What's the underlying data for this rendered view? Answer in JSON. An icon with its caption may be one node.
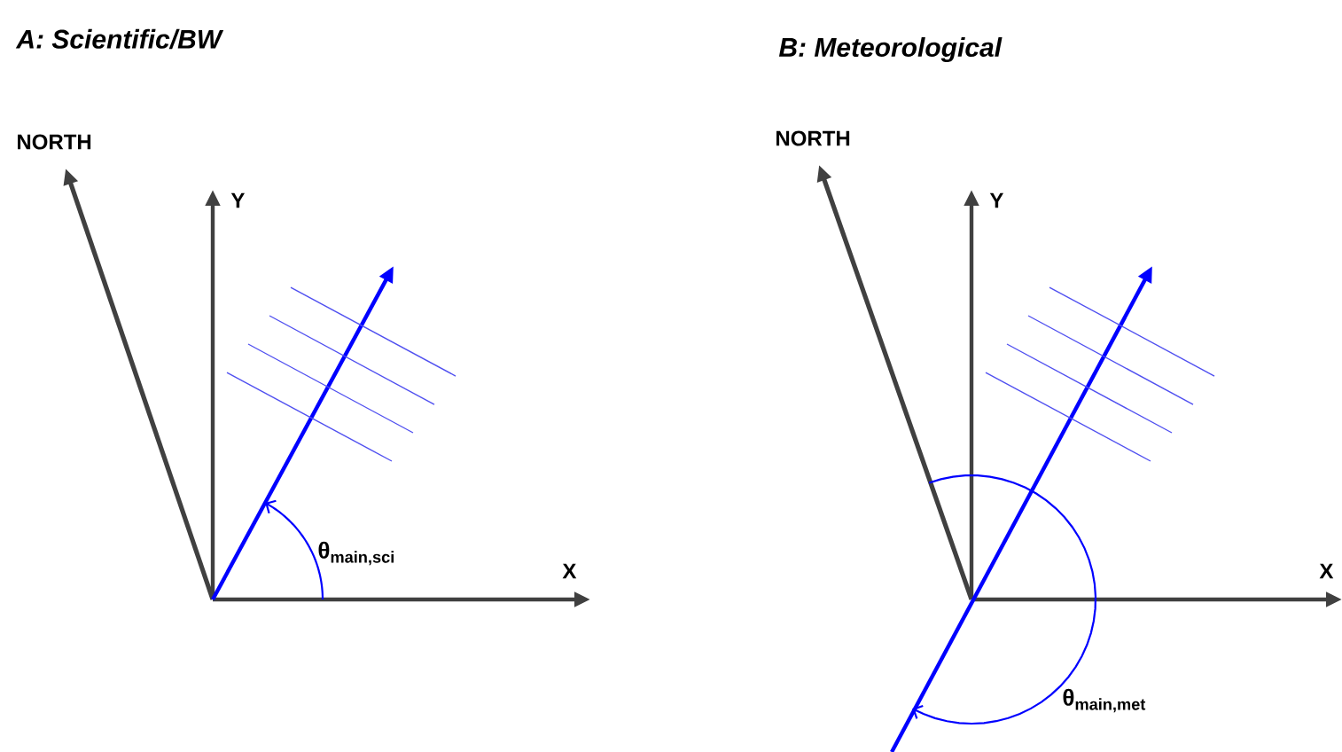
{
  "diagram": {
    "labels": [
      "A: Scientific/BW",
      "B: Meteorological",
      "NORTH",
      "Y",
      "X",
      "θ$_{main,sci}$",
      "NORTH",
      "Y",
      "X",
      "θ$_{main,met}$"
    ]
  }
}
